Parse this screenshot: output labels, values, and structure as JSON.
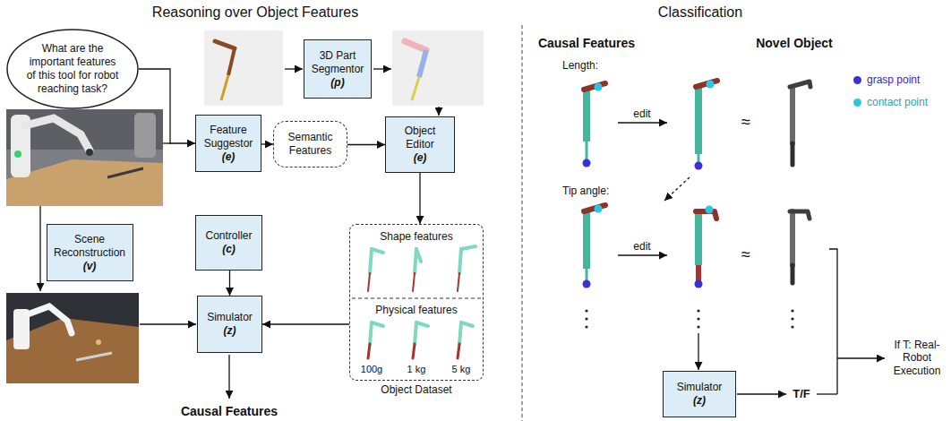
{
  "diagram": {
    "nodes": [
      {
        "text": [
          "What are the important features of this tool for robot reaching task?"
        ]
      },
      {
        "text": [
          "3D Part Segmentor",
          "(p)"
        ]
      },
      {
        "text": [
          "Feature Suggestor",
          "(e)"
        ]
      },
      {
        "text": [
          "Semantic Features"
        ]
      },
      {
        "text": [
          "Object Editor",
          "(e)"
        ]
      },
      {
        "text": [
          "Scene Reconstruction",
          "(v)"
        ]
      },
      {
        "text": [
          "Controller",
          "(c)"
        ]
      },
      {
        "text": [
          "Simulator",
          "(z)"
        ]
      },
      {
        "text": [
          "Shape features",
          "Physical features",
          "Object Dataset"
        ]
      },
      {
        "text": [
          "Simulator",
          "(z)"
        ]
      }
    ],
    "edges": [
      {
        "from": 0,
        "to": 2,
        "arrow": "to"
      },
      {
        "from": 2,
        "to": 3,
        "arrow": "to"
      },
      {
        "from": 3,
        "to": 4,
        "arrow": "to"
      },
      {
        "from": 4,
        "to": 8,
        "arrow": "to"
      },
      {
        "from": 8,
        "to": 7,
        "arrow": "to"
      },
      {
        "from": 6,
        "to": 7,
        "arrow": "to"
      }
    ],
    "labels": [
      "Reasoning over Object Features",
      "Classification",
      "100g",
      "1 kg",
      "5 kg",
      "Causal Features",
      "Causal Features",
      "Novel Object",
      "Length:",
      "edit",
      "≈",
      "Tip angle:",
      "edit",
      "≈",
      "T/F",
      "If T: Real-Robot Execution"
    ],
    "legend": [
      {
        "text": "grasp point",
        "color": "#3b2fd6"
      },
      {
        "text": "contact point",
        "color": "#2bc6e6"
      }
    ]
  }
}
